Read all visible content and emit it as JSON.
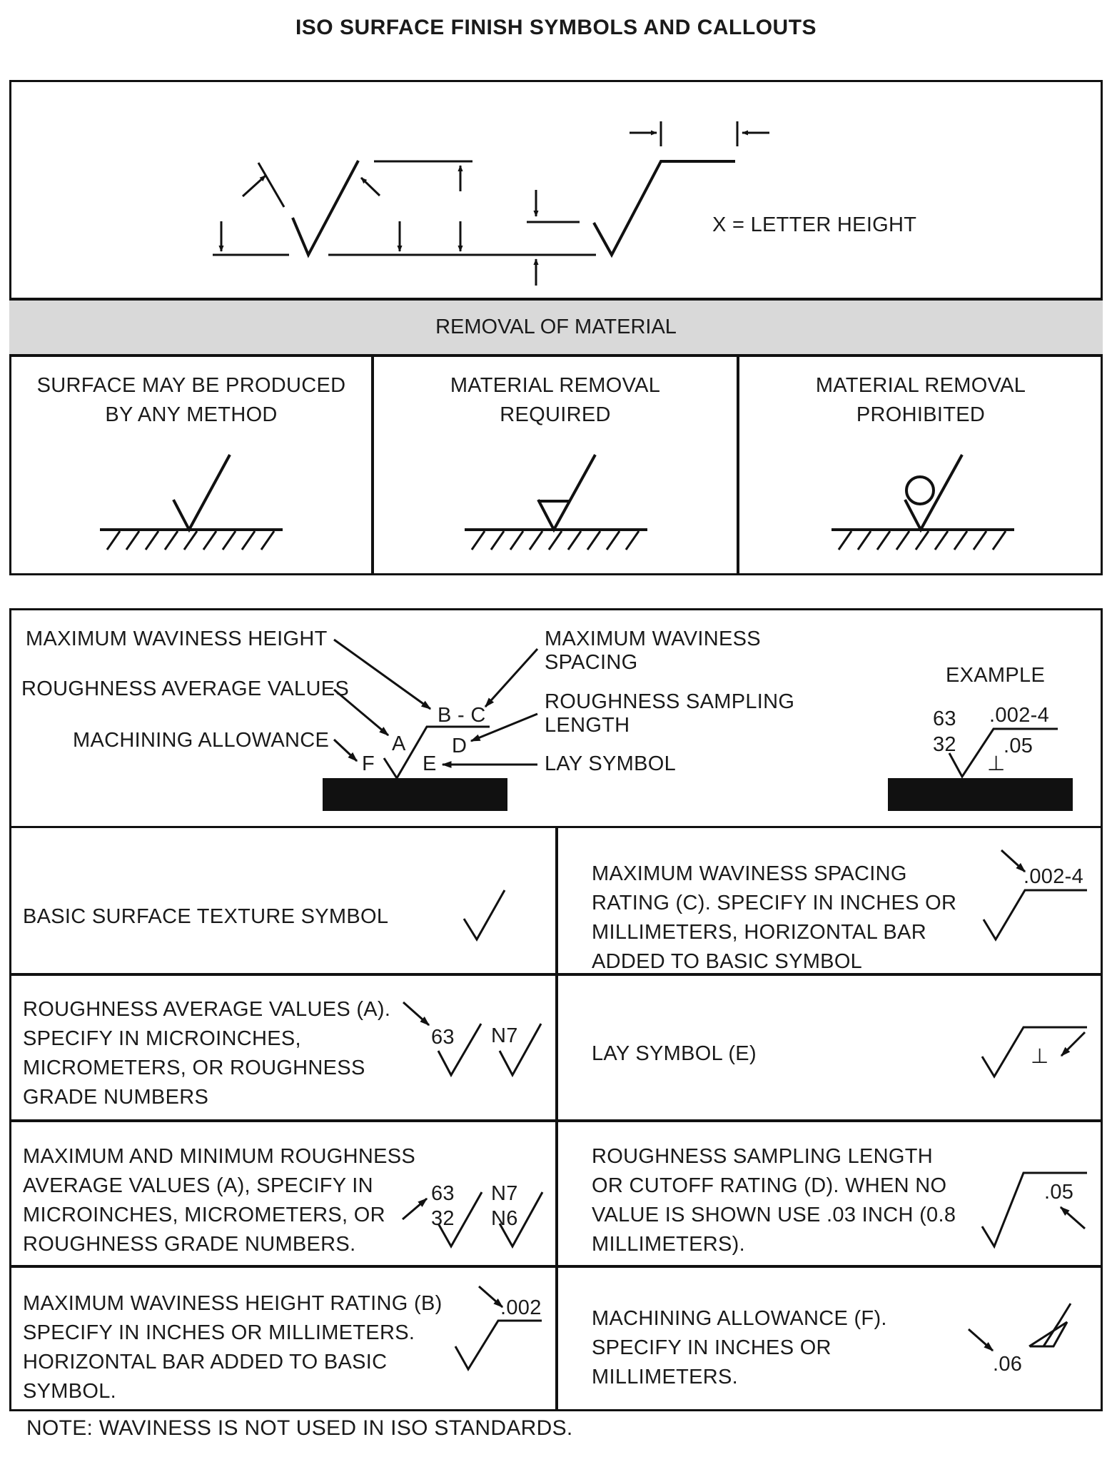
{
  "title": "ISO SURFACE FINISH SYMBOLS AND CALLOUTS",
  "letter_height_label": "X = LETTER HEIGHT",
  "removal": {
    "band_label": "REMOVAL OF MATERIAL",
    "cells": [
      {
        "line1": "SURFACE MAY BE PRODUCED",
        "line2": "BY ANY METHOD"
      },
      {
        "line1": "MATERIAL REMOVAL",
        "line2": "REQUIRED"
      },
      {
        "line1": "MATERIAL REMOVAL",
        "line2": "PROHIBITED"
      }
    ]
  },
  "callout": {
    "max_waviness_height": "MAXIMUM WAVINESS HEIGHT",
    "roughness_average_values": "ROUGHNESS AVERAGE VALUES",
    "machining_allowance": "MACHINING ALLOWANCE",
    "max_waviness_spacing_1": "MAXIMUM WAVINESS",
    "max_waviness_spacing_2": "SPACING",
    "roughness_sampling_1": "ROUGHNESS SAMPLING",
    "roughness_sampling_2": "LENGTH",
    "lay_symbol": "LAY SYMBOL",
    "letters": {
      "bc": "B - C",
      "a": "A",
      "d": "D",
      "f": "F",
      "e": "E"
    },
    "example": {
      "label": "EXAMPLE",
      "v1": "63",
      "v2": "32",
      "top": ".002-4",
      "right": ".05",
      "lay": "⊥"
    }
  },
  "rows": [
    {
      "left": {
        "lines": [
          "BASIC SURFACE TEXTURE SYMBOL"
        ]
      },
      "right": {
        "lines": [
          "MAXIMUM WAVINESS SPACING",
          "RATING (C). SPECIFY IN INCHES OR",
          "MILLIMETERS, HORIZONTAL BAR",
          "ADDED TO BASIC SYMBOL"
        ],
        "sym": ".002-4"
      }
    },
    {
      "left": {
        "lines": [
          "ROUGHNESS AVERAGE VALUES (A).",
          "SPECIFY IN MICROINCHES,",
          "MICROMETERS, OR ROUGHNESS",
          "GRADE NUMBERS"
        ],
        "sym1": "63",
        "sym2": "N7"
      },
      "right": {
        "lines": [
          "LAY SYMBOL (E)"
        ],
        "sym": "⊥"
      }
    },
    {
      "left": {
        "lines": [
          "MAXIMUM AND MINIMUM ROUGHNESS",
          "AVERAGE VALUES (A), SPECIFY IN",
          "MICROINCHES, MICROMETERS, OR",
          "ROUGHNESS GRADE NUMBERS."
        ],
        "sym1": "63",
        "sym2": "32",
        "sym3": "N7",
        "sym4": "N6"
      },
      "right": {
        "lines": [
          "ROUGHNESS SAMPLING LENGTH",
          "OR CUTOFF RATING (D). WHEN NO",
          "VALUE IS SHOWN USE .03 INCH (0.8",
          "MILLIMETERS)."
        ],
        "sym": ".05"
      }
    },
    {
      "left": {
        "lines": [
          "MAXIMUM WAVINESS HEIGHT RATING (B)",
          "SPECIFY IN INCHES OR MILLIMETERS.",
          "HORIZONTAL BAR ADDED TO BASIC",
          "SYMBOL."
        ],
        "sym": ".002"
      },
      "right": {
        "lines": [
          "MACHINING ALLOWANCE (F).",
          "SPECIFY IN INCHES OR",
          "MILLIMETERS."
        ],
        "sym": ".06"
      }
    }
  ],
  "note": "NOTE: WAVINESS IS NOT USED IN ISO STANDARDS."
}
